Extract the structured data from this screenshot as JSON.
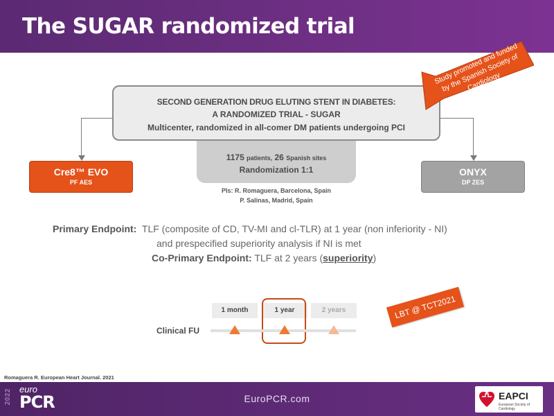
{
  "header": {
    "title": "The SUGAR randomized trial"
  },
  "callout": {
    "text": "Study promoted and funded by the Spanish Society of Cardiology",
    "color": "#e5521a"
  },
  "trial": {
    "title_line1": "SECOND GENERATION DRUG ELUTING STENT IN DIABETES:",
    "title_line2": "A RANDOMIZED TRIAL - SUGAR",
    "title_line3": "Multicenter, randomized in all-comer DM patients undergoing PCI",
    "patients_count": "1175",
    "patients_label": "patients,",
    "sites_count": "26",
    "sites_label": "Spanish sites",
    "randomization": "Randomization 1:1",
    "pis_line1": "PIs: R. Romaguera, Barcelona, Spain",
    "pis_line2": "P. Salinas,  Madrid, Spain"
  },
  "arms": {
    "left": {
      "name": "Cre8™ EVO",
      "sub": "PF AES",
      "color": "#e5521a"
    },
    "right": {
      "name": "ONYX",
      "sub": "DP ZES",
      "color": "#a3a3a3"
    }
  },
  "endpoints": {
    "primary_label": "Primary Endpoint:",
    "primary_text": "TLF (composite of CD, TV-MI and cl-TLR) at 1 year (non inferiority - NI)",
    "primary_text2": "and prespecified superiority analysis if NI is met",
    "coprimary_label": "Co-Primary Endpoint:",
    "coprimary_text": "TLF at 2 years (",
    "coprimary_emph": "superiority",
    "coprimary_end": ")"
  },
  "followup": {
    "label": "Clinical FU",
    "points": [
      "1 month",
      "1 year",
      "2 years"
    ]
  },
  "badge": {
    "text": "LBT @ TCT2021"
  },
  "reference": "Romaguera R. European Heart Journal. 2021",
  "footer": {
    "year": "2022",
    "logo_euro": "euro",
    "logo_pcr": "PCR",
    "url": "EuroPCR.com",
    "eapci_name": "EAPCI",
    "eapci_sub": "European Society of Cardiology"
  }
}
